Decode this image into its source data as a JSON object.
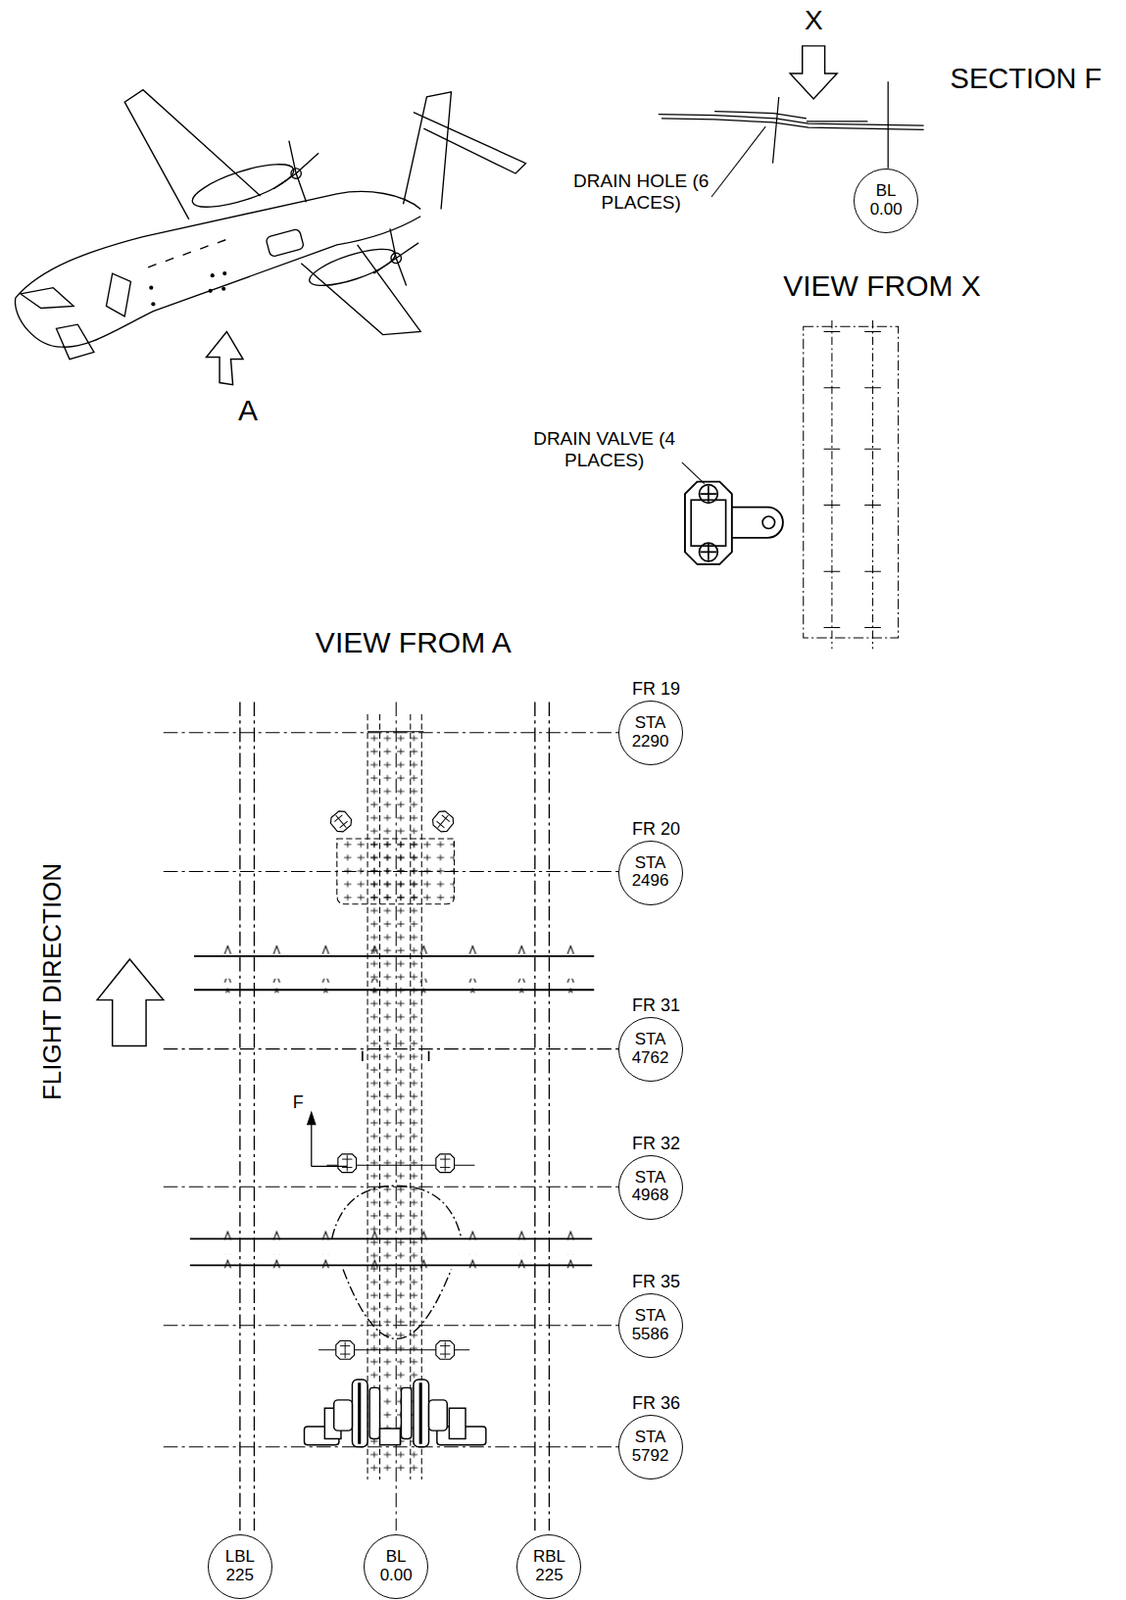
{
  "diagram": {
    "nodes": [
      {
        "text": [
          "BL 0.00"
        ]
      },
      {
        "text": [
          "FR 19",
          "STA 2290"
        ]
      },
      {
        "text": [
          "FR 20",
          "STA 2496"
        ]
      },
      {
        "text": [
          "FR 31",
          "STA 4762"
        ]
      },
      {
        "text": [
          "FR 32",
          "STA 4968"
        ]
      },
      {
        "text": [
          "FR 35",
          "STA 5586"
        ]
      },
      {
        "text": [
          "FR 36",
          "STA 5792"
        ]
      },
      {
        "text": [
          "LBL 225"
        ]
      },
      {
        "text": [
          "BL 0.00"
        ]
      },
      {
        "text": [
          "RBL 225"
        ]
      }
    ],
    "labels": [
      "X",
      "SECTION F",
      "DRAIN HOLE (6 PLACES)",
      "VIEW FROM X",
      "DRAIN VALVE (4 PLACES)",
      "A",
      "VIEW FROM A",
      "FLIGHT DIRECTION",
      "F"
    ]
  }
}
